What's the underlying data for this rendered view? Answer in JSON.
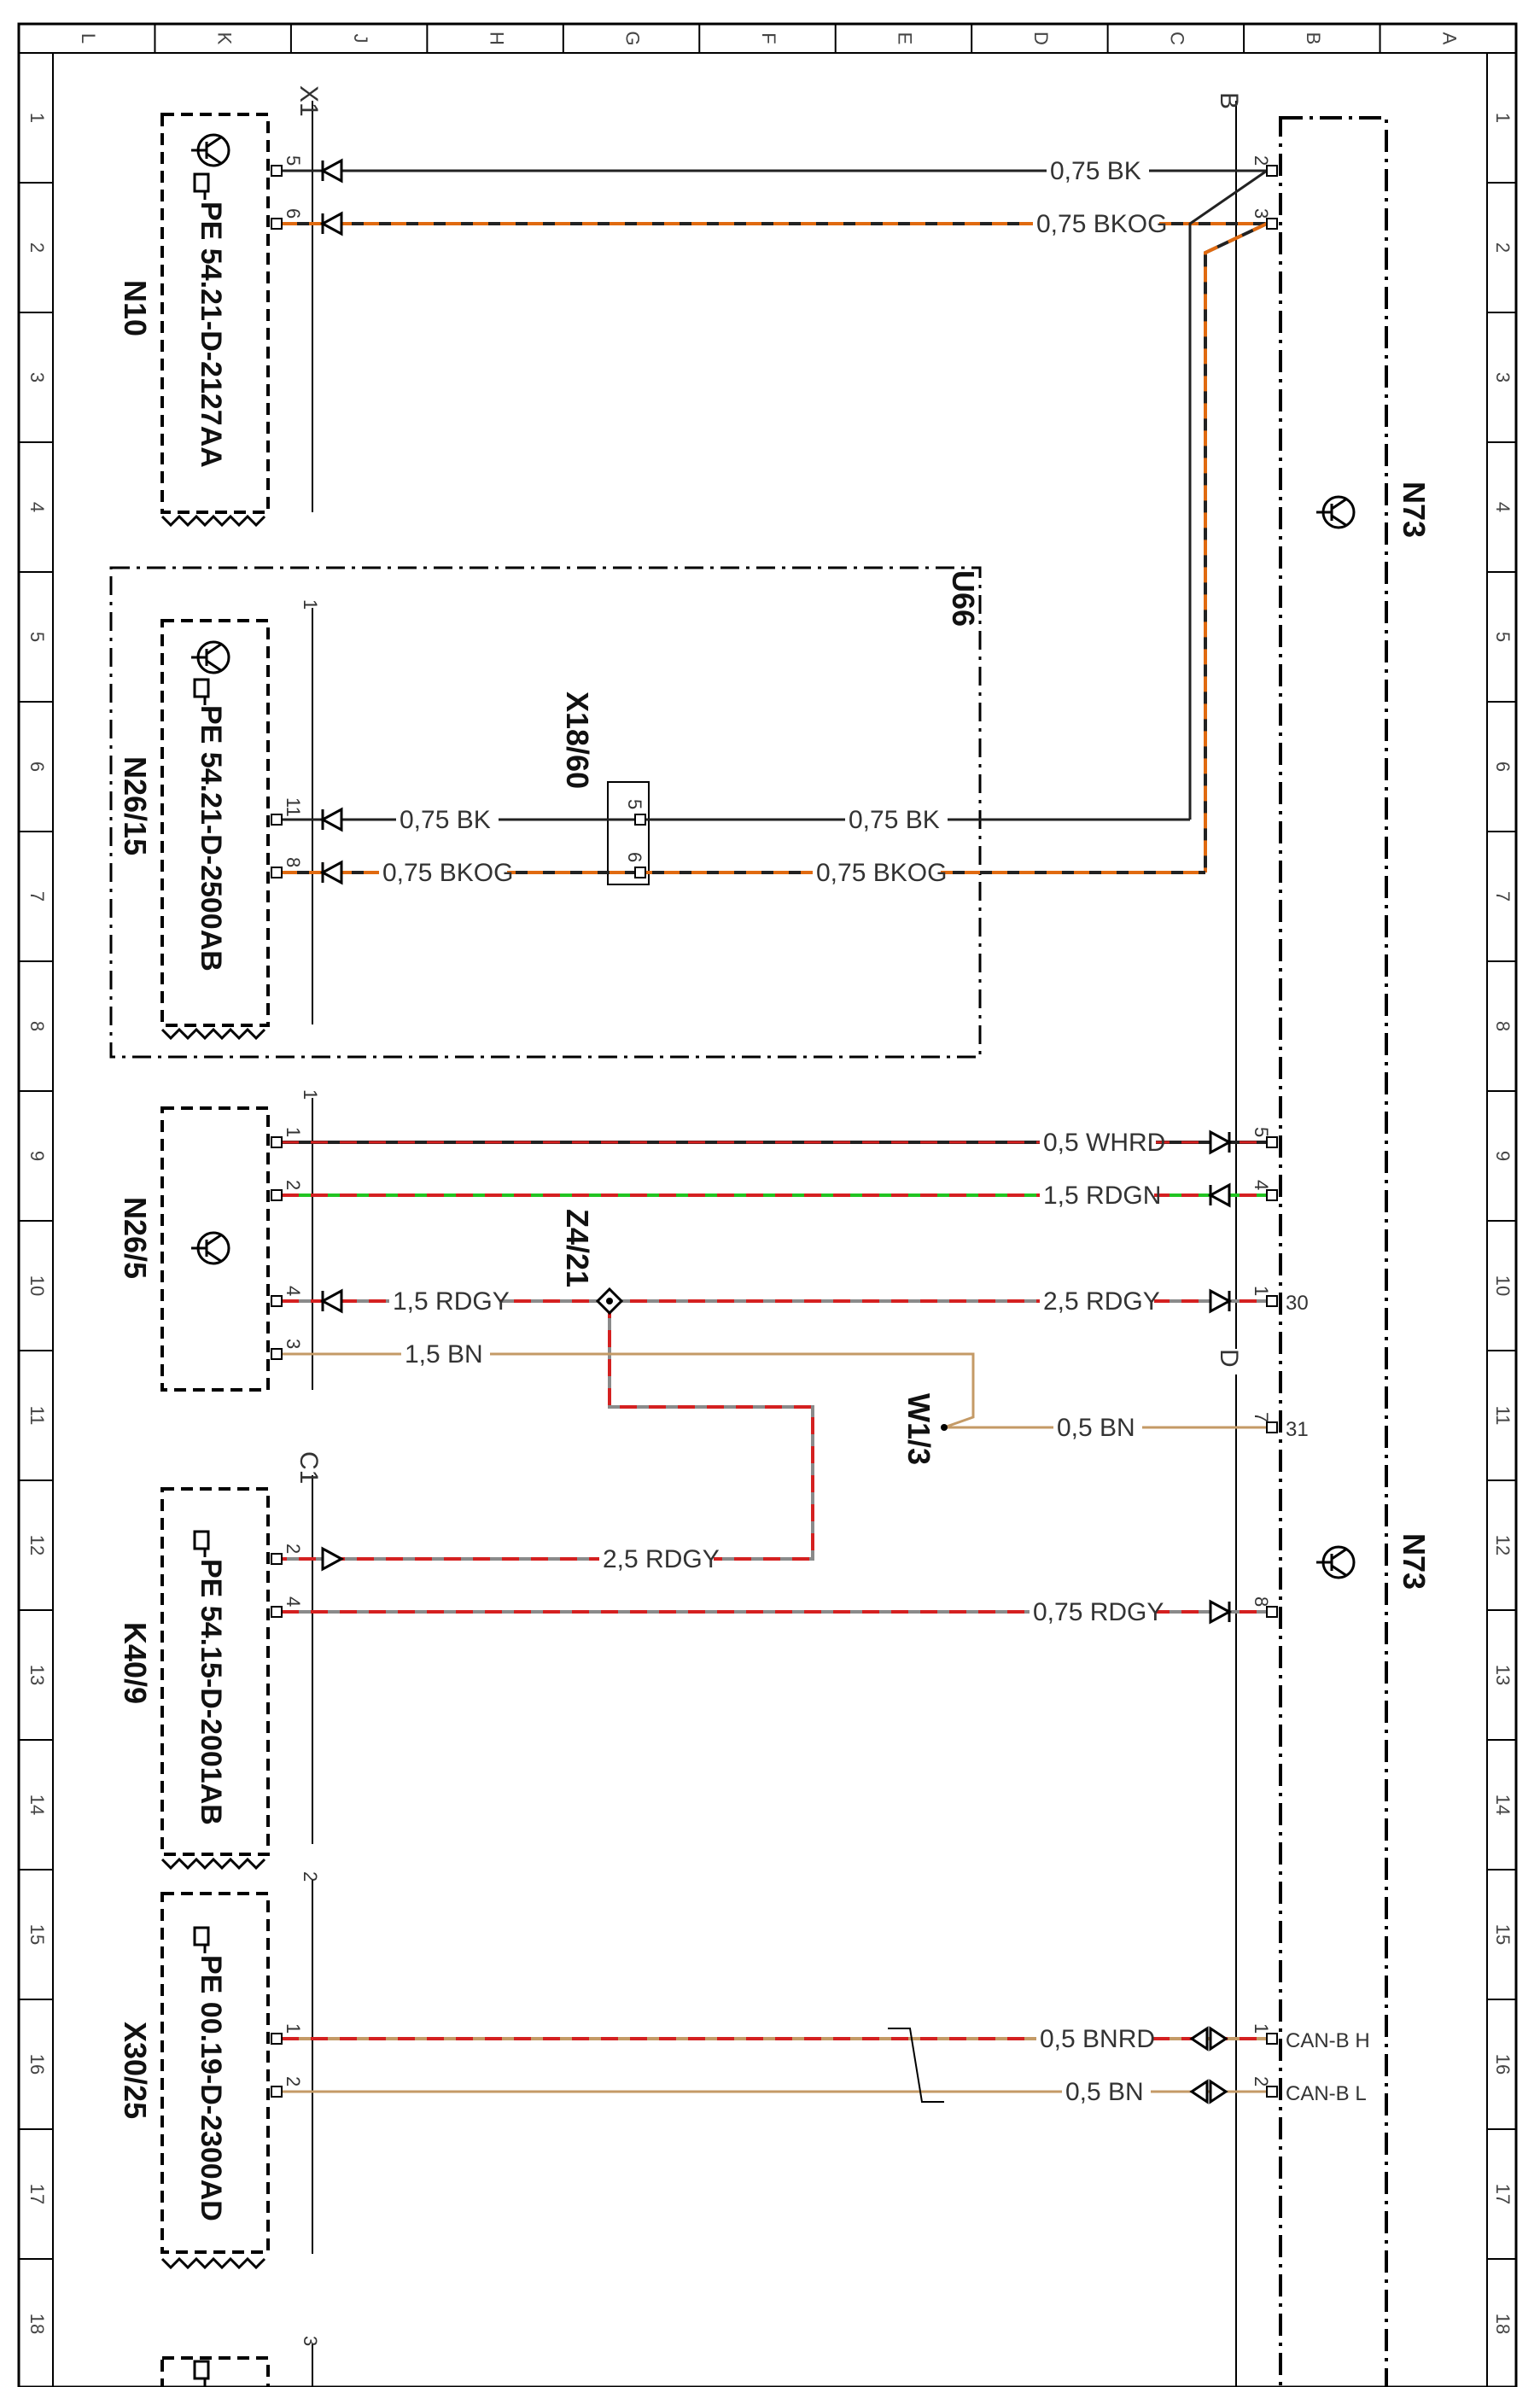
{
  "colors": {
    "BK": "#222222",
    "OG": "#e06a10",
    "RD": "#d42020",
    "WH": "#ffffff",
    "GN": "#22c422",
    "GY": "#8a8a8a",
    "BN": "#c49a66",
    "frame": "#000000"
  },
  "border": {
    "top_letters": [
      "L",
      "K",
      "J",
      "H",
      "G",
      "F",
      "E",
      "D",
      "C",
      "B",
      "A"
    ],
    "side_numbers": [
      "1",
      "2",
      "3",
      "4",
      "5",
      "6",
      "7",
      "8",
      "9",
      "10",
      "11",
      "12",
      "13",
      "14",
      "15",
      "16",
      "17",
      "18"
    ]
  },
  "components": {
    "n73": "N73",
    "n73_lower": "N73",
    "n10": "N10",
    "n10_ref": "PE 54.21-D-2127AA",
    "n26_15": "N26/15",
    "n26_15_ref": "PE 54.21-D-2500AB",
    "u66": "U66",
    "x18_60": "X18/60",
    "n26_5": "N26/5",
    "z4_21": "Z4/21",
    "w1_3": "W1/3",
    "k40_9": "K40/9",
    "k40_9_ref": "PE 54.15-D-2001AB",
    "x30_25": "X30/25",
    "x30_25_ref": "PE 00.19-D-2300AD",
    "bottom_ref": ""
  },
  "connectors": {
    "x1": "X1",
    "b": "B",
    "d": "D",
    "c1": "C1",
    "one": "1",
    "one_b": "1",
    "two": "2",
    "three": "3"
  },
  "wires": {
    "w1": "0,75 BK",
    "w2": "0,75 BKOG",
    "w3a": "0,75 BK",
    "w3b": "0,75 BK",
    "w4a": "0,75 BKOG",
    "w4b": "0,75 BKOG",
    "w5": "0,5 WHRD",
    "w6": "1,5 RDGN",
    "w7a": "1,5 RDGY",
    "w7b": "2,5 RDGY",
    "w8": "1,5 BN",
    "w9": "0,5 BN",
    "w10": "2,5 RDGY",
    "w11": "0,75 RDGY",
    "w12": "0,5 BNRD",
    "w13": "0,5 BN"
  },
  "pins": {
    "n10_5": "5",
    "n10_6": "6",
    "n73b_2": "2",
    "n73b_3": "3",
    "n26_15_11": "11",
    "n26_15_8": "8",
    "x18_5": "5",
    "x18_6": "6",
    "n26_5_1": "1",
    "n26_5_2": "2",
    "n26_5_4": "4",
    "n26_5_3": "3",
    "n73b_5": "5",
    "n73b_4": "4",
    "n73b_1": "1",
    "n73b_30": "30",
    "n73d_7": "7",
    "n73d_31": "31",
    "n73d_8": "8",
    "k40_2": "2",
    "k40_4": "4",
    "x30_1": "1",
    "x30_2": "2",
    "n73d_1": "1",
    "n73d_2": "2",
    "can_h": "CAN-B H",
    "can_l": "CAN-B L"
  }
}
